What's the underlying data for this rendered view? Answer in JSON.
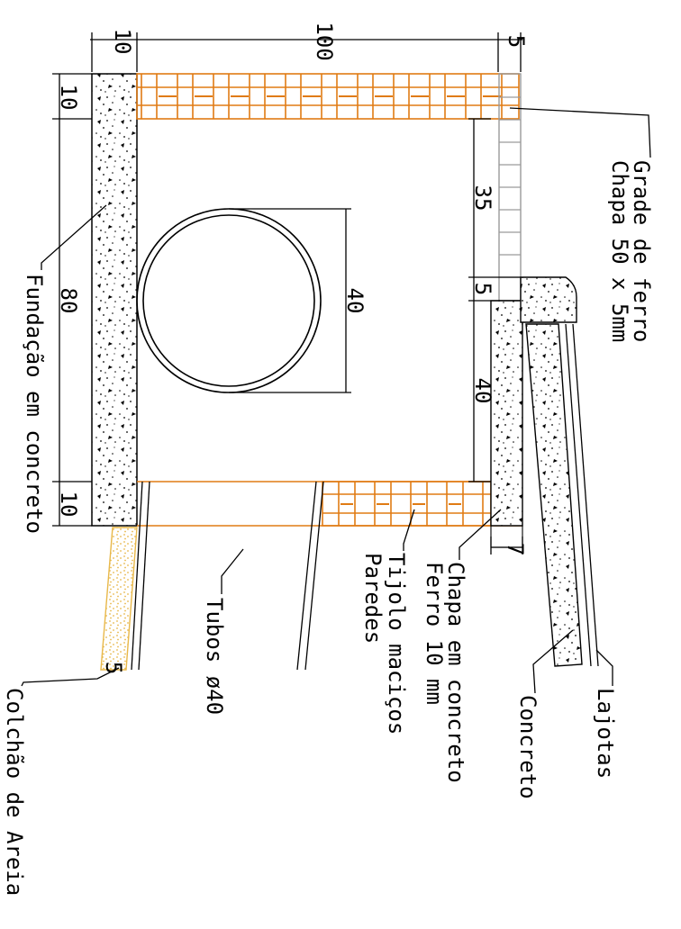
{
  "colors": {
    "brick": "#E07B14",
    "sand": "#E8B84A",
    "ink": "#000000",
    "grate": "#9a9a9a"
  },
  "dimensions": {
    "d100": "100",
    "d10_top": "10",
    "d5_top": "5",
    "d10_left_upper": "10",
    "d80": "80",
    "d10_left_lower": "10",
    "d35": "35",
    "d5_mid": "5",
    "d40_right": "40",
    "d40_pipe": "40",
    "d5_bottom": "5",
    "d7": "7"
  },
  "labels": {
    "grade_line1": "Grade de ferro",
    "grade_line2": "Chapa 50 x 5mm",
    "fundacao": "Fundação em concreto",
    "tubos": "Tubos ø40",
    "tijolo_line1": "Tijolo maciços",
    "tijolo_line2": "Paredes",
    "chapa_line1": "Chapa em concreto",
    "chapa_line2": "Ferro 10 mm",
    "concreto": "Concreto",
    "lajotas": "Lajotas",
    "colchao": "Colchão de Areia"
  }
}
